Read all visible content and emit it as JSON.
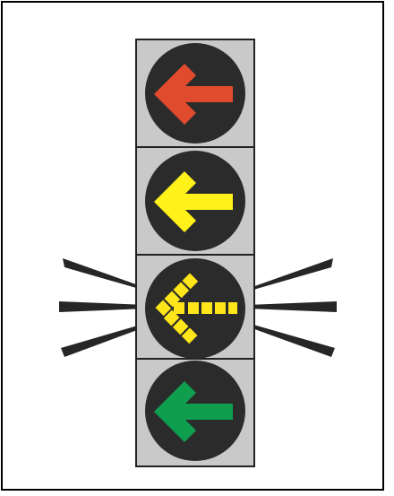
{
  "colors": {
    "background": "#ffffff",
    "frame": "#000000",
    "signal_housing": "#c9c9c9",
    "housing_outline": "#222222",
    "lens_dark": "#2b2b2b",
    "red_arrow": "#e04b2e",
    "yellow_arrow": "#fff21a",
    "flashing_yellow_arrow": "#ffe61a",
    "green_arrow": "#0e9e4e",
    "flash_rays": "#262626"
  },
  "signal": {
    "sections": [
      {
        "name": "red-arrow-section",
        "icon": "left-arrow-icon",
        "color": "red_arrow",
        "style": "solid"
      },
      {
        "name": "yellow-arrow-section",
        "icon": "left-arrow-icon",
        "color": "yellow_arrow",
        "style": "solid"
      },
      {
        "name": "flashing-yellow-arrow-section",
        "icon": "left-arrow-icon",
        "color": "flashing_yellow_arrow",
        "style": "segmented",
        "flashing": true
      },
      {
        "name": "green-arrow-section",
        "icon": "left-arrow-icon",
        "color": "green_arrow",
        "style": "solid"
      }
    ]
  }
}
